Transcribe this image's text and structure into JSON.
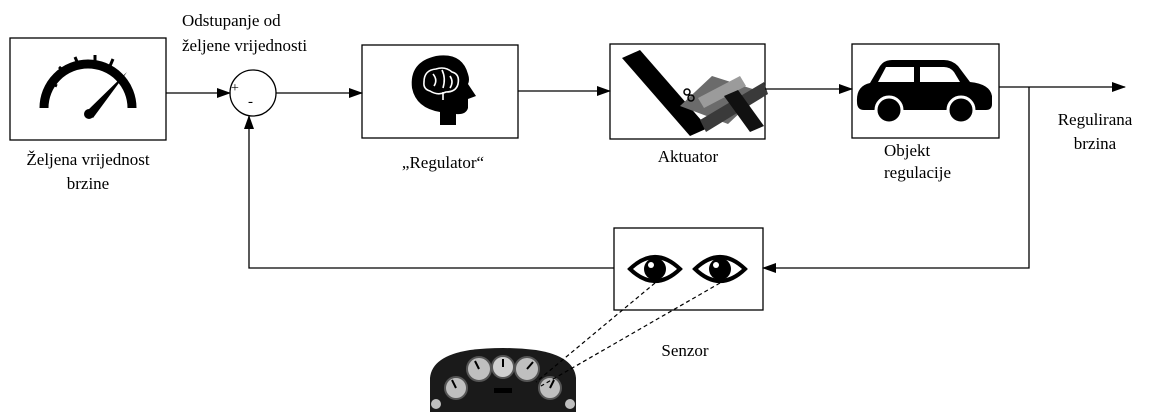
{
  "sum_label": [
    "Odstupanje od",
    "željene vrijednosti"
  ],
  "sum_signs": {
    "plus": "+",
    "minus": "-"
  },
  "blocks": {
    "setpoint": {
      "label": [
        "Željena vrijednost",
        "brzine"
      ],
      "icon": "speedometer-icon"
    },
    "regulator": {
      "label": "„Regulator“",
      "icon": "brain-head-icon"
    },
    "actuator": {
      "label": "Aktuator",
      "icon": "pedal-actuator-icon"
    },
    "plant": {
      "label": [
        "Objekt",
        "regulacije"
      ],
      "icon": "car-icon"
    },
    "sensor": {
      "label": "Senzor",
      "icon": "eyes-icon"
    }
  },
  "output_label": [
    "Regulirana",
    "brzina"
  ],
  "dashboard_icon": "dashboard-gauges-icon"
}
